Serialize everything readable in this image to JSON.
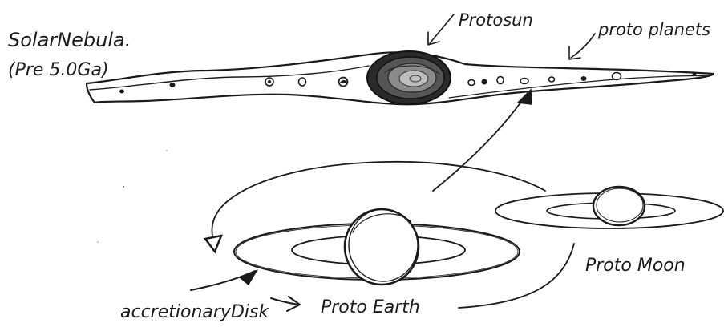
{
  "labels": {
    "solar_nebula": "SolarNebula.",
    "age": "(Pre 5.0Ga)",
    "protosun": "Protosun",
    "protoplanets": "proto planets",
    "proto_moon": "Proto Moon",
    "accretionary_disk": "accretionaryDisk",
    "proto_earth": "Proto Earth"
  }
}
